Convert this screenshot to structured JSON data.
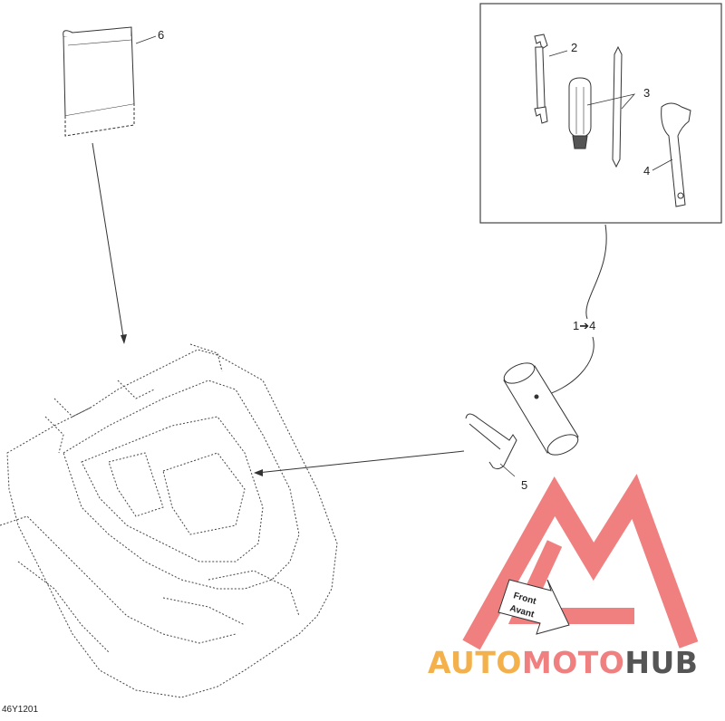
{
  "callouts": {
    "c6": "6",
    "c2": "2",
    "c3": "3",
    "c4": "4",
    "c14": "1➔4",
    "c5": "5"
  },
  "diagram_code": "46Y1201",
  "front_arrow": {
    "line1": "Front",
    "line2": "Avant"
  },
  "watermark": {
    "part1": "AUTO",
    "part2": "MOTO",
    "part3": "HUB",
    "colors": {
      "auto": "#f4b04a",
      "moto": "#f08080",
      "hub": "#555555",
      "logo": "#f08080"
    }
  }
}
